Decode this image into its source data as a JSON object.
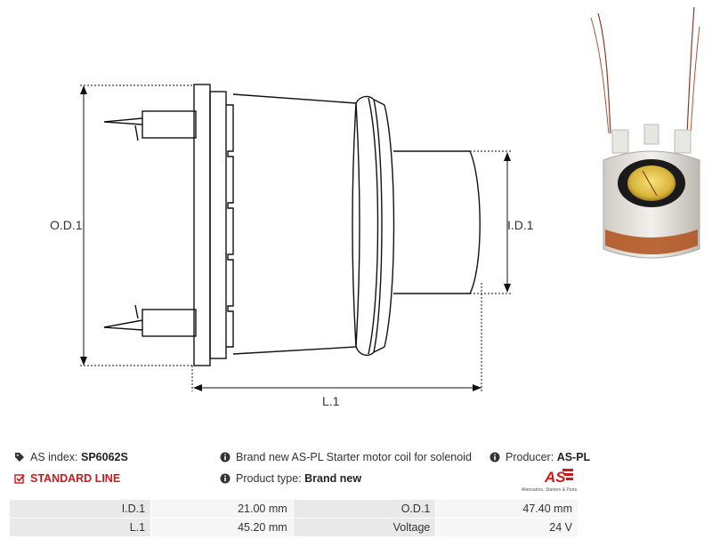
{
  "drawing": {
    "od_label": "O.D.1",
    "id_label": "I.D.1",
    "l_label": "L.1"
  },
  "info": {
    "as_index_label": "AS index:",
    "as_index_value": "SP6062S",
    "line_label": "STANDARD LINE",
    "description": "Brand new AS-PL Starter motor coil for solenoid",
    "product_type_label": "Product type:",
    "product_type_value": "Brand new",
    "producer_label": "Producer:",
    "producer_value": "AS-PL",
    "logo_text": "AS",
    "logo_subtext": "Alternators, Starters & Parts"
  },
  "specs": [
    {
      "label": "I.D.1",
      "value": "21.00 mm",
      "label2": "O.D.1",
      "value2": "47.40 mm"
    },
    {
      "label": "L.1",
      "value": "45.20 mm",
      "label2": "Voltage",
      "value2": "24 V"
    }
  ],
  "colors": {
    "accent_red": "#d01818",
    "coil_yellow": "#e8c64a",
    "copper": "#b0501a"
  }
}
